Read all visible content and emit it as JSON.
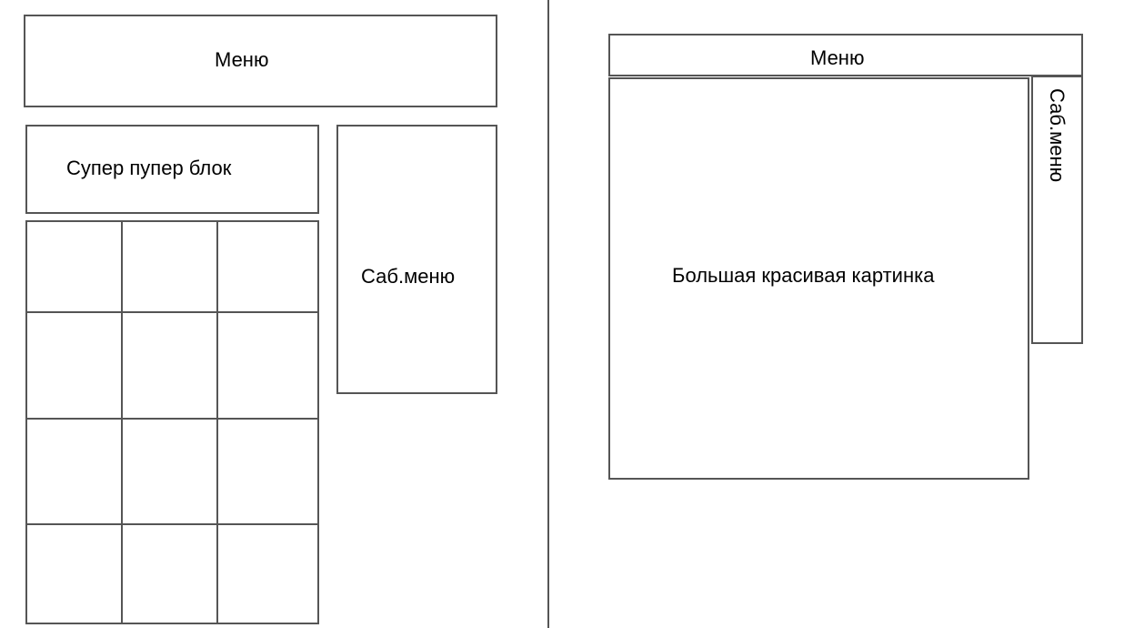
{
  "left_layout": {
    "menu_label": "Меню",
    "super_block_label": "Супер пупер блок",
    "submenu_label": "Саб.меню",
    "grid": {
      "rows": 4,
      "columns": 3
    }
  },
  "right_layout": {
    "menu_label": "Меню",
    "submenu_label": "Саб.меню",
    "image_label": "Большая красивая картинка"
  },
  "colors": {
    "stroke": "#555555",
    "background": "#ffffff",
    "text": "#000000"
  }
}
